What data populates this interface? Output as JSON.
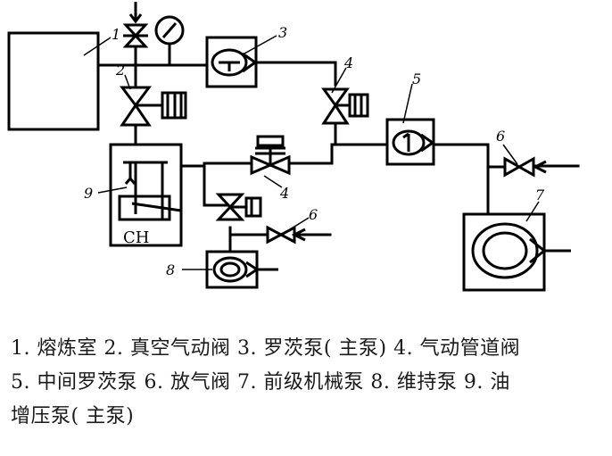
{
  "diagram": {
    "callouts": [
      "1",
      "2",
      "3",
      "4",
      "5",
      "6",
      "7",
      "8",
      "9",
      "4",
      "6"
    ],
    "ch_label": "CH"
  },
  "caption": {
    "line1": "1. 熔炼室 2. 真空气动阀 3. 罗茨泵( 主泵) 4. 气动管道阀",
    "line2": "5. 中间罗茨泵 6. 放气阀 7. 前级机械泵 8. 维持泵 9. 油",
    "line3": "增压泵( 主泵)"
  }
}
